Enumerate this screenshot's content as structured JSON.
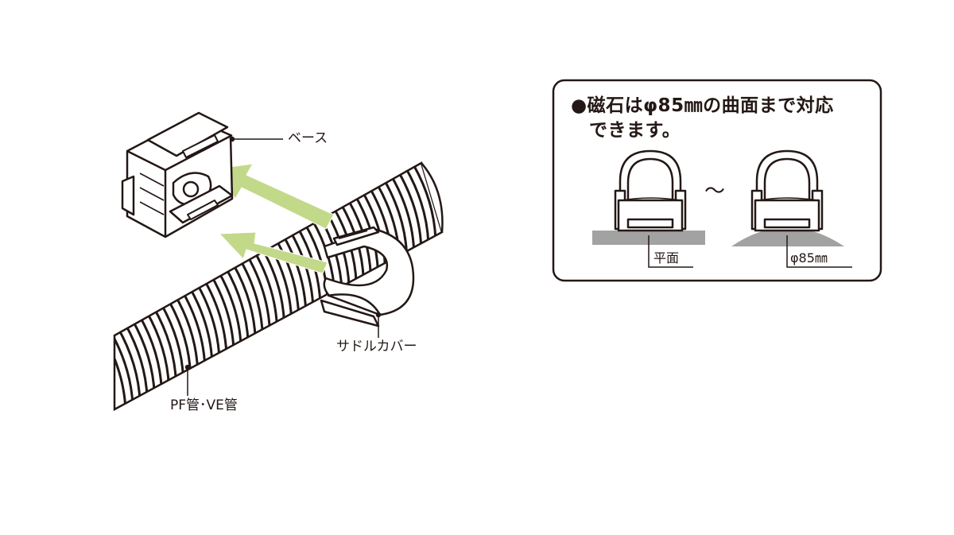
{
  "labels": {
    "base": "ベース",
    "saddle_cover": "サドルカバー",
    "pipe": "PF管･VE管"
  },
  "panel": {
    "title_line1": "●磁石はφ85㎜の曲面まで対応",
    "title_line2": "できます。",
    "tilde": "～",
    "flat_label": "平面",
    "curved_label": "φ85㎜"
  },
  "colors": {
    "ink": "#231815",
    "arrow_green": "#c3d98a",
    "gray_surface": "#a2a2a2",
    "part_fill": "#ffffff"
  }
}
